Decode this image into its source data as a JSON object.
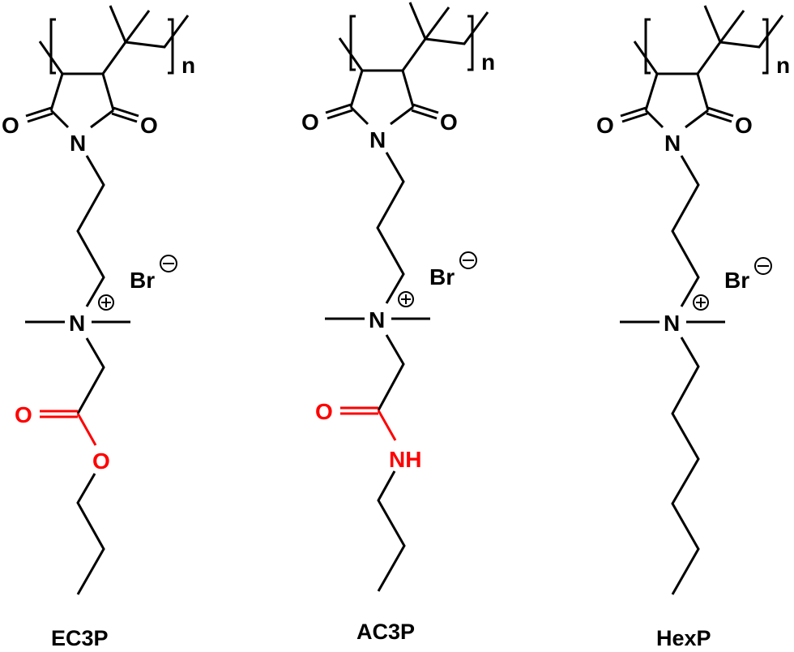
{
  "figure": {
    "type": "chemical-structures",
    "accent_color": "#ff0000",
    "structures": [
      {
        "name": "EC3P",
        "label": "EC3P",
        "repeat_unit_subscript": "n",
        "ring_atoms": {
          "carbonyl_o_left": "O",
          "carbonyl_o_right": "O",
          "imide_n": "N"
        },
        "cation_atom": "N",
        "cation_charge": "+",
        "counterion": "Br",
        "counterion_charge": "−",
        "highlighted_group": {
          "name": "ester",
          "atoms": {
            "carbonyl_o": "O",
            "linker": "O"
          }
        },
        "tail": "propyl"
      },
      {
        "name": "AC3P",
        "label": "AC3P",
        "repeat_unit_subscript": "n",
        "ring_atoms": {
          "carbonyl_o_left": "O",
          "carbonyl_o_right": "O",
          "imide_n": "N"
        },
        "cation_atom": "N",
        "cation_charge": "+",
        "counterion": "Br",
        "counterion_charge": "−",
        "highlighted_group": {
          "name": "amide",
          "atoms": {
            "carbonyl_o": "O",
            "linker": "NH"
          }
        },
        "tail": "propyl"
      },
      {
        "name": "HexP",
        "label": "HexP",
        "repeat_unit_subscript": "n",
        "ring_atoms": {
          "carbonyl_o_left": "O",
          "carbonyl_o_right": "O",
          "imide_n": "N"
        },
        "cation_atom": "N",
        "cation_charge": "+",
        "counterion": "Br",
        "counterion_charge": "−",
        "highlighted_group": null,
        "tail": "hexyl"
      }
    ]
  }
}
